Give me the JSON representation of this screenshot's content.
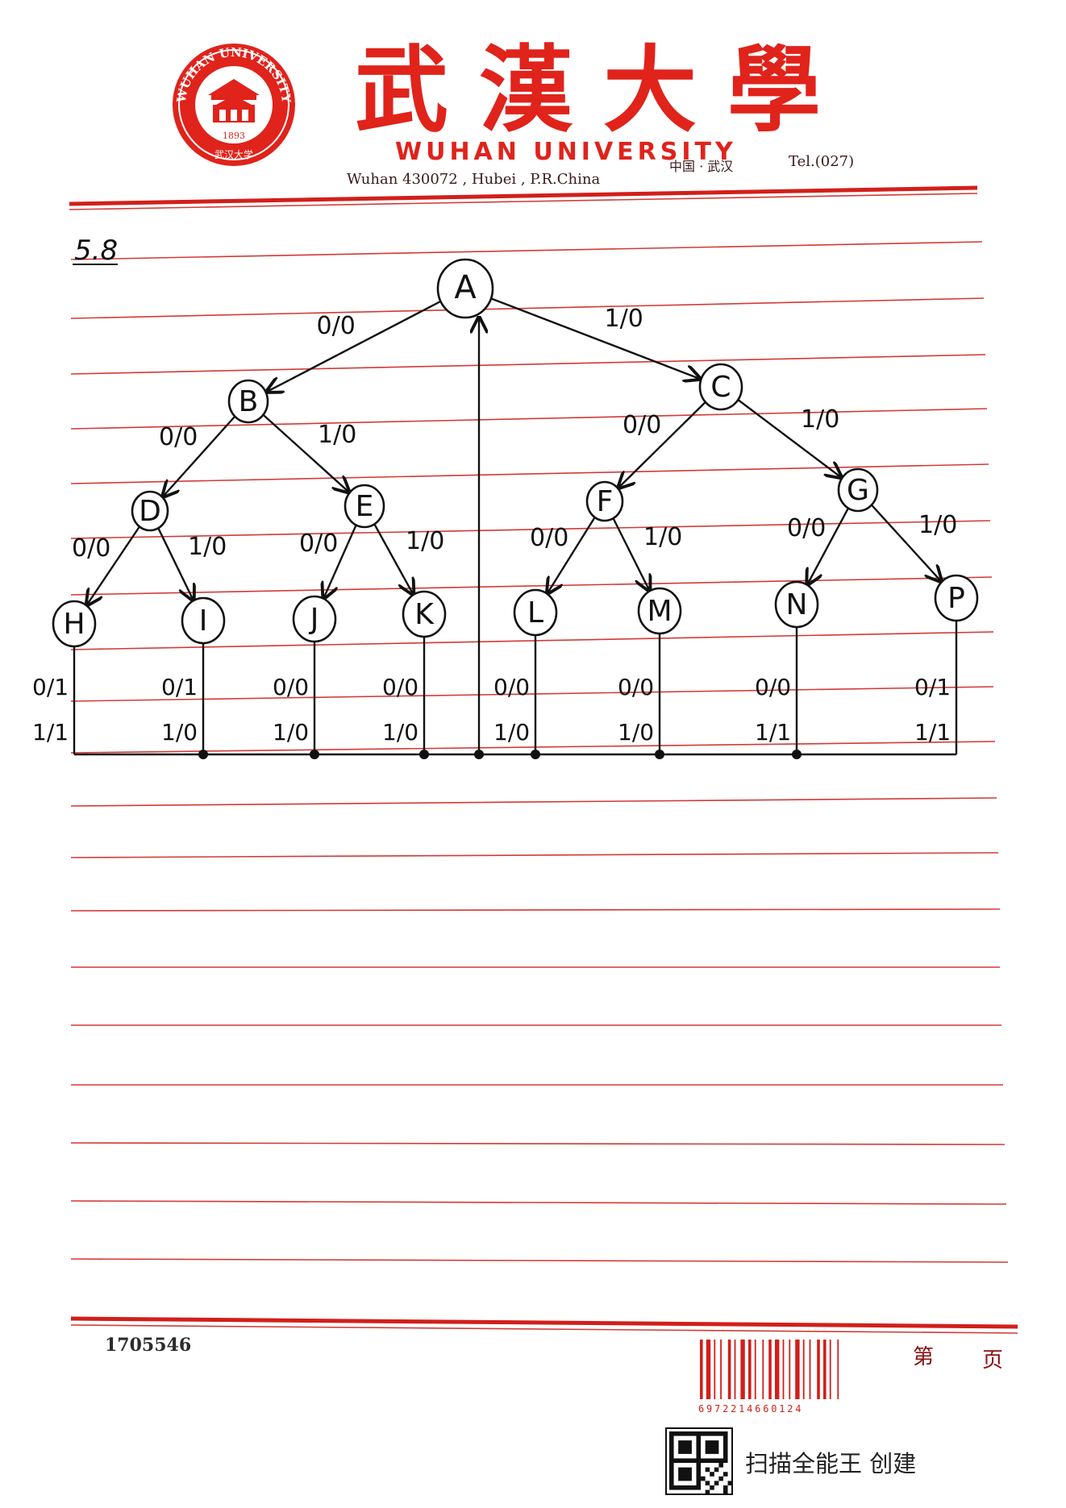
{
  "letterhead": {
    "title_cn": "武漢大學",
    "title_en": "WUHAN UNIVERSITY",
    "address": "Wuhan 430072 , Hubei , P.R.China",
    "address_cn": "中国 · 武汉",
    "tel": "Tel.(027)",
    "seal": {
      "ring_text": "WUHAN UNIVERSITY",
      "year": "1893",
      "motto": "武汉大学"
    },
    "accent_color": "#e0231b"
  },
  "problem_number": "5.8",
  "diagram": {
    "nodes": [
      "A",
      "B",
      "C",
      "D",
      "E",
      "F",
      "G",
      "H",
      "I",
      "J",
      "K",
      "L",
      "M",
      "N",
      "P"
    ],
    "edges": [
      {
        "from": "A",
        "to": "B",
        "label": "0/0"
      },
      {
        "from": "A",
        "to": "C",
        "label": "1/0"
      },
      {
        "from": "B",
        "to": "D",
        "label": "0/0"
      },
      {
        "from": "B",
        "to": "E",
        "label": "1/0"
      },
      {
        "from": "C",
        "to": "F",
        "label": "0/0"
      },
      {
        "from": "C",
        "to": "G",
        "label": "1/0"
      },
      {
        "from": "D",
        "to": "H",
        "label": "0/0"
      },
      {
        "from": "D",
        "to": "I",
        "label": "1/0"
      },
      {
        "from": "E",
        "to": "J",
        "label": "0/0"
      },
      {
        "from": "E",
        "to": "K",
        "label": "1/0"
      },
      {
        "from": "F",
        "to": "L",
        "label": "0/0"
      },
      {
        "from": "F",
        "to": "M",
        "label": "1/0"
      },
      {
        "from": "G",
        "to": "N",
        "label": "0/0"
      },
      {
        "from": "G",
        "to": "P",
        "label": "1/0"
      }
    ],
    "return_labels": [
      {
        "node": "H",
        "top": "0/1",
        "bottom": "1/1"
      },
      {
        "node": "I",
        "top": "0/1",
        "bottom": "1/0"
      },
      {
        "node": "J",
        "top": "0/0",
        "bottom": "1/0"
      },
      {
        "node": "K",
        "top": "0/0",
        "bottom": "1/0"
      },
      {
        "node": "L",
        "top": "0/0",
        "bottom": "1/0"
      },
      {
        "node": "M",
        "top": "0/0",
        "bottom": "1/0"
      },
      {
        "node": "N",
        "top": "0/0",
        "bottom": "1/1"
      },
      {
        "node": "P",
        "top": "0/1",
        "bottom": "1/1"
      }
    ]
  },
  "footer": {
    "serial": "1705546",
    "page_label_1": "第",
    "page_label_2": "页",
    "barcode_number": "6972214660124"
  },
  "watermark": {
    "text": "扫描全能王  创建"
  }
}
